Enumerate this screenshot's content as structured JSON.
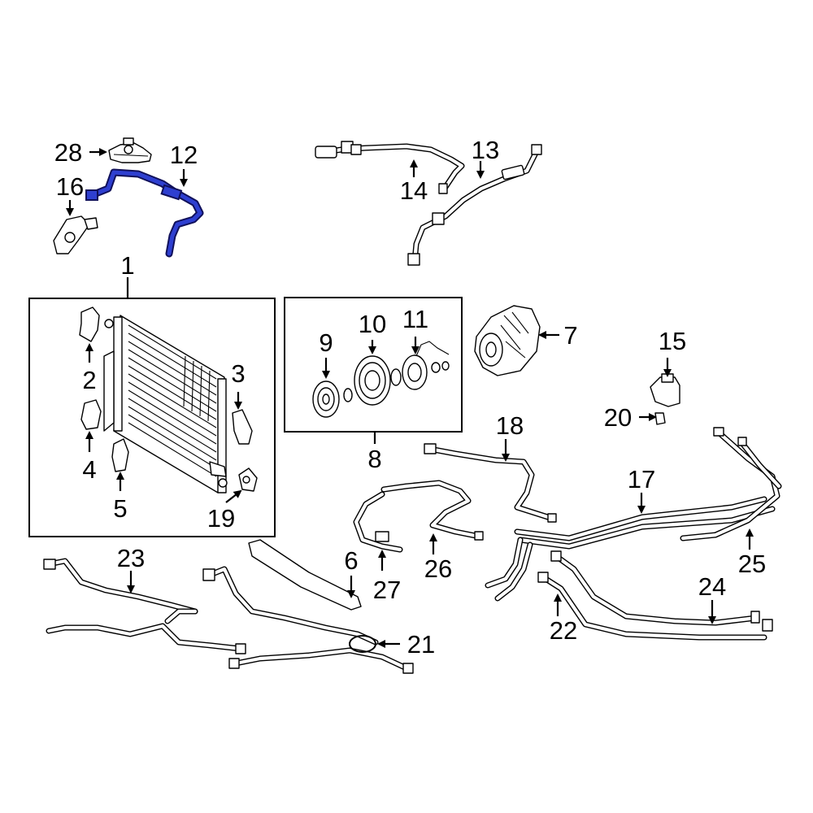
{
  "callouts": {
    "c1": "1",
    "c2": "2",
    "c3": "3",
    "c4": "4",
    "c5": "5",
    "c6": "6",
    "c7": "7",
    "c8": "8",
    "c9": "9",
    "c10": "10",
    "c11": "11",
    "c12": "12",
    "c13": "13",
    "c14": "14",
    "c15": "15",
    "c16": "16",
    "c17": "17",
    "c18": "18",
    "c19": "19",
    "c20": "20",
    "c21": "21",
    "c22": "22",
    "c23": "23",
    "c24": "24",
    "c25": "25",
    "c26": "26",
    "c27": "27",
    "c28": "28"
  },
  "colors": {
    "highlight_hose": "#2e3fd0",
    "line_art": "#000000"
  },
  "highlighted_part": "12"
}
